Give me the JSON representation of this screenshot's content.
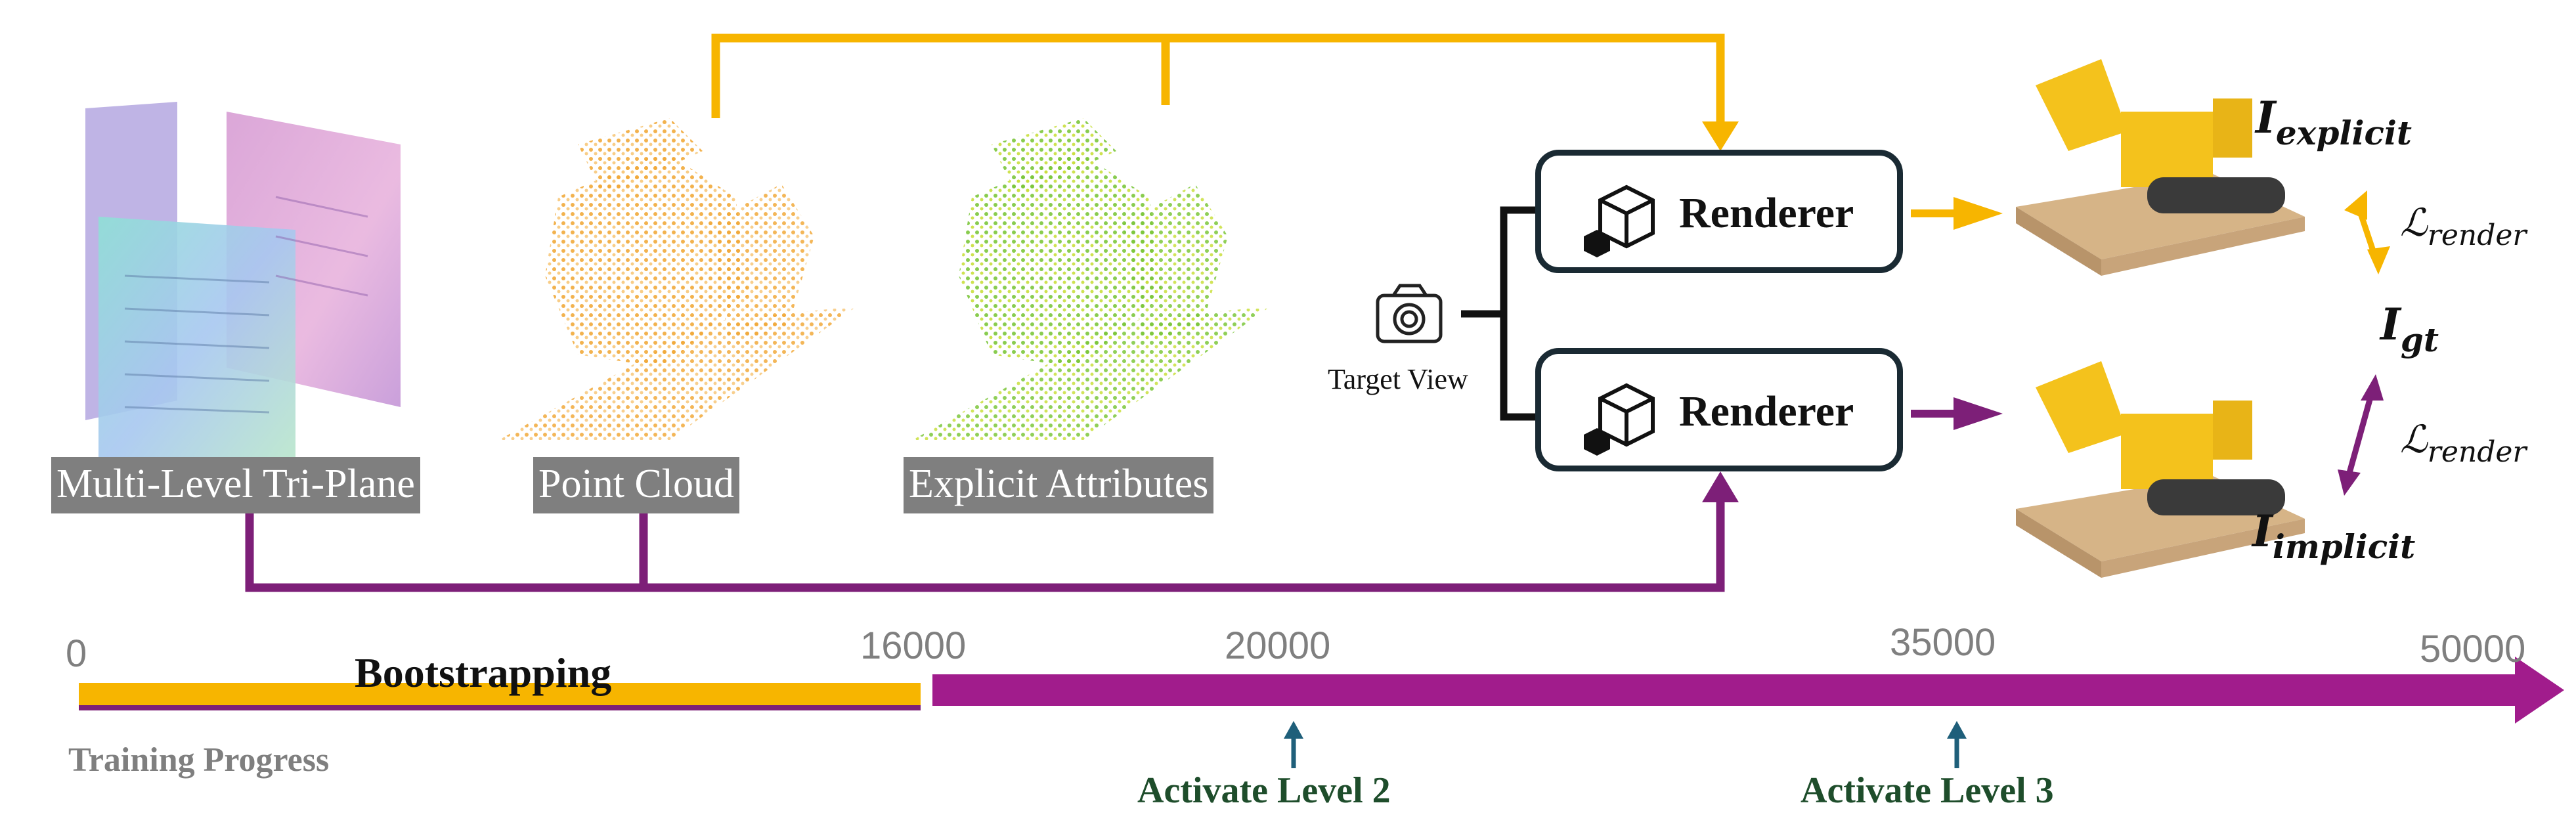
{
  "labels": {
    "tri_plane": "Multi-Level Tri-Plane",
    "point_cloud": "Point Cloud",
    "explicit_attributes": "Explicit Attributes",
    "target_view": "Target View",
    "renderer_top": "Renderer",
    "renderer_bottom": "Renderer"
  },
  "outputs": {
    "explicit_main": "I",
    "explicit_sub": "explicit",
    "gt_main": "I",
    "gt_sub": "gt",
    "implicit_main": "I",
    "implicit_sub": "implicit",
    "loss_top_main": "ℒ",
    "loss_top_sub": "render",
    "loss_bottom_main": "ℒ",
    "loss_bottom_sub": "render"
  },
  "timeline": {
    "ticks": [
      "0",
      "16000",
      "20000",
      "35000",
      "50000"
    ],
    "phase_label": "Bootstrapping",
    "progress_label": "Training Progress",
    "activate_level2": "Activate Level 2",
    "activate_level3": "Activate Level 3"
  },
  "colors": {
    "explicit_path": "#f7b500",
    "implicit_path": "#7d1f78",
    "renderer_border": "#1a2a33",
    "label_bg": "#7f7f7f",
    "activate_text": "#1e4d2b",
    "activate_arrow": "#1f5f7a"
  }
}
